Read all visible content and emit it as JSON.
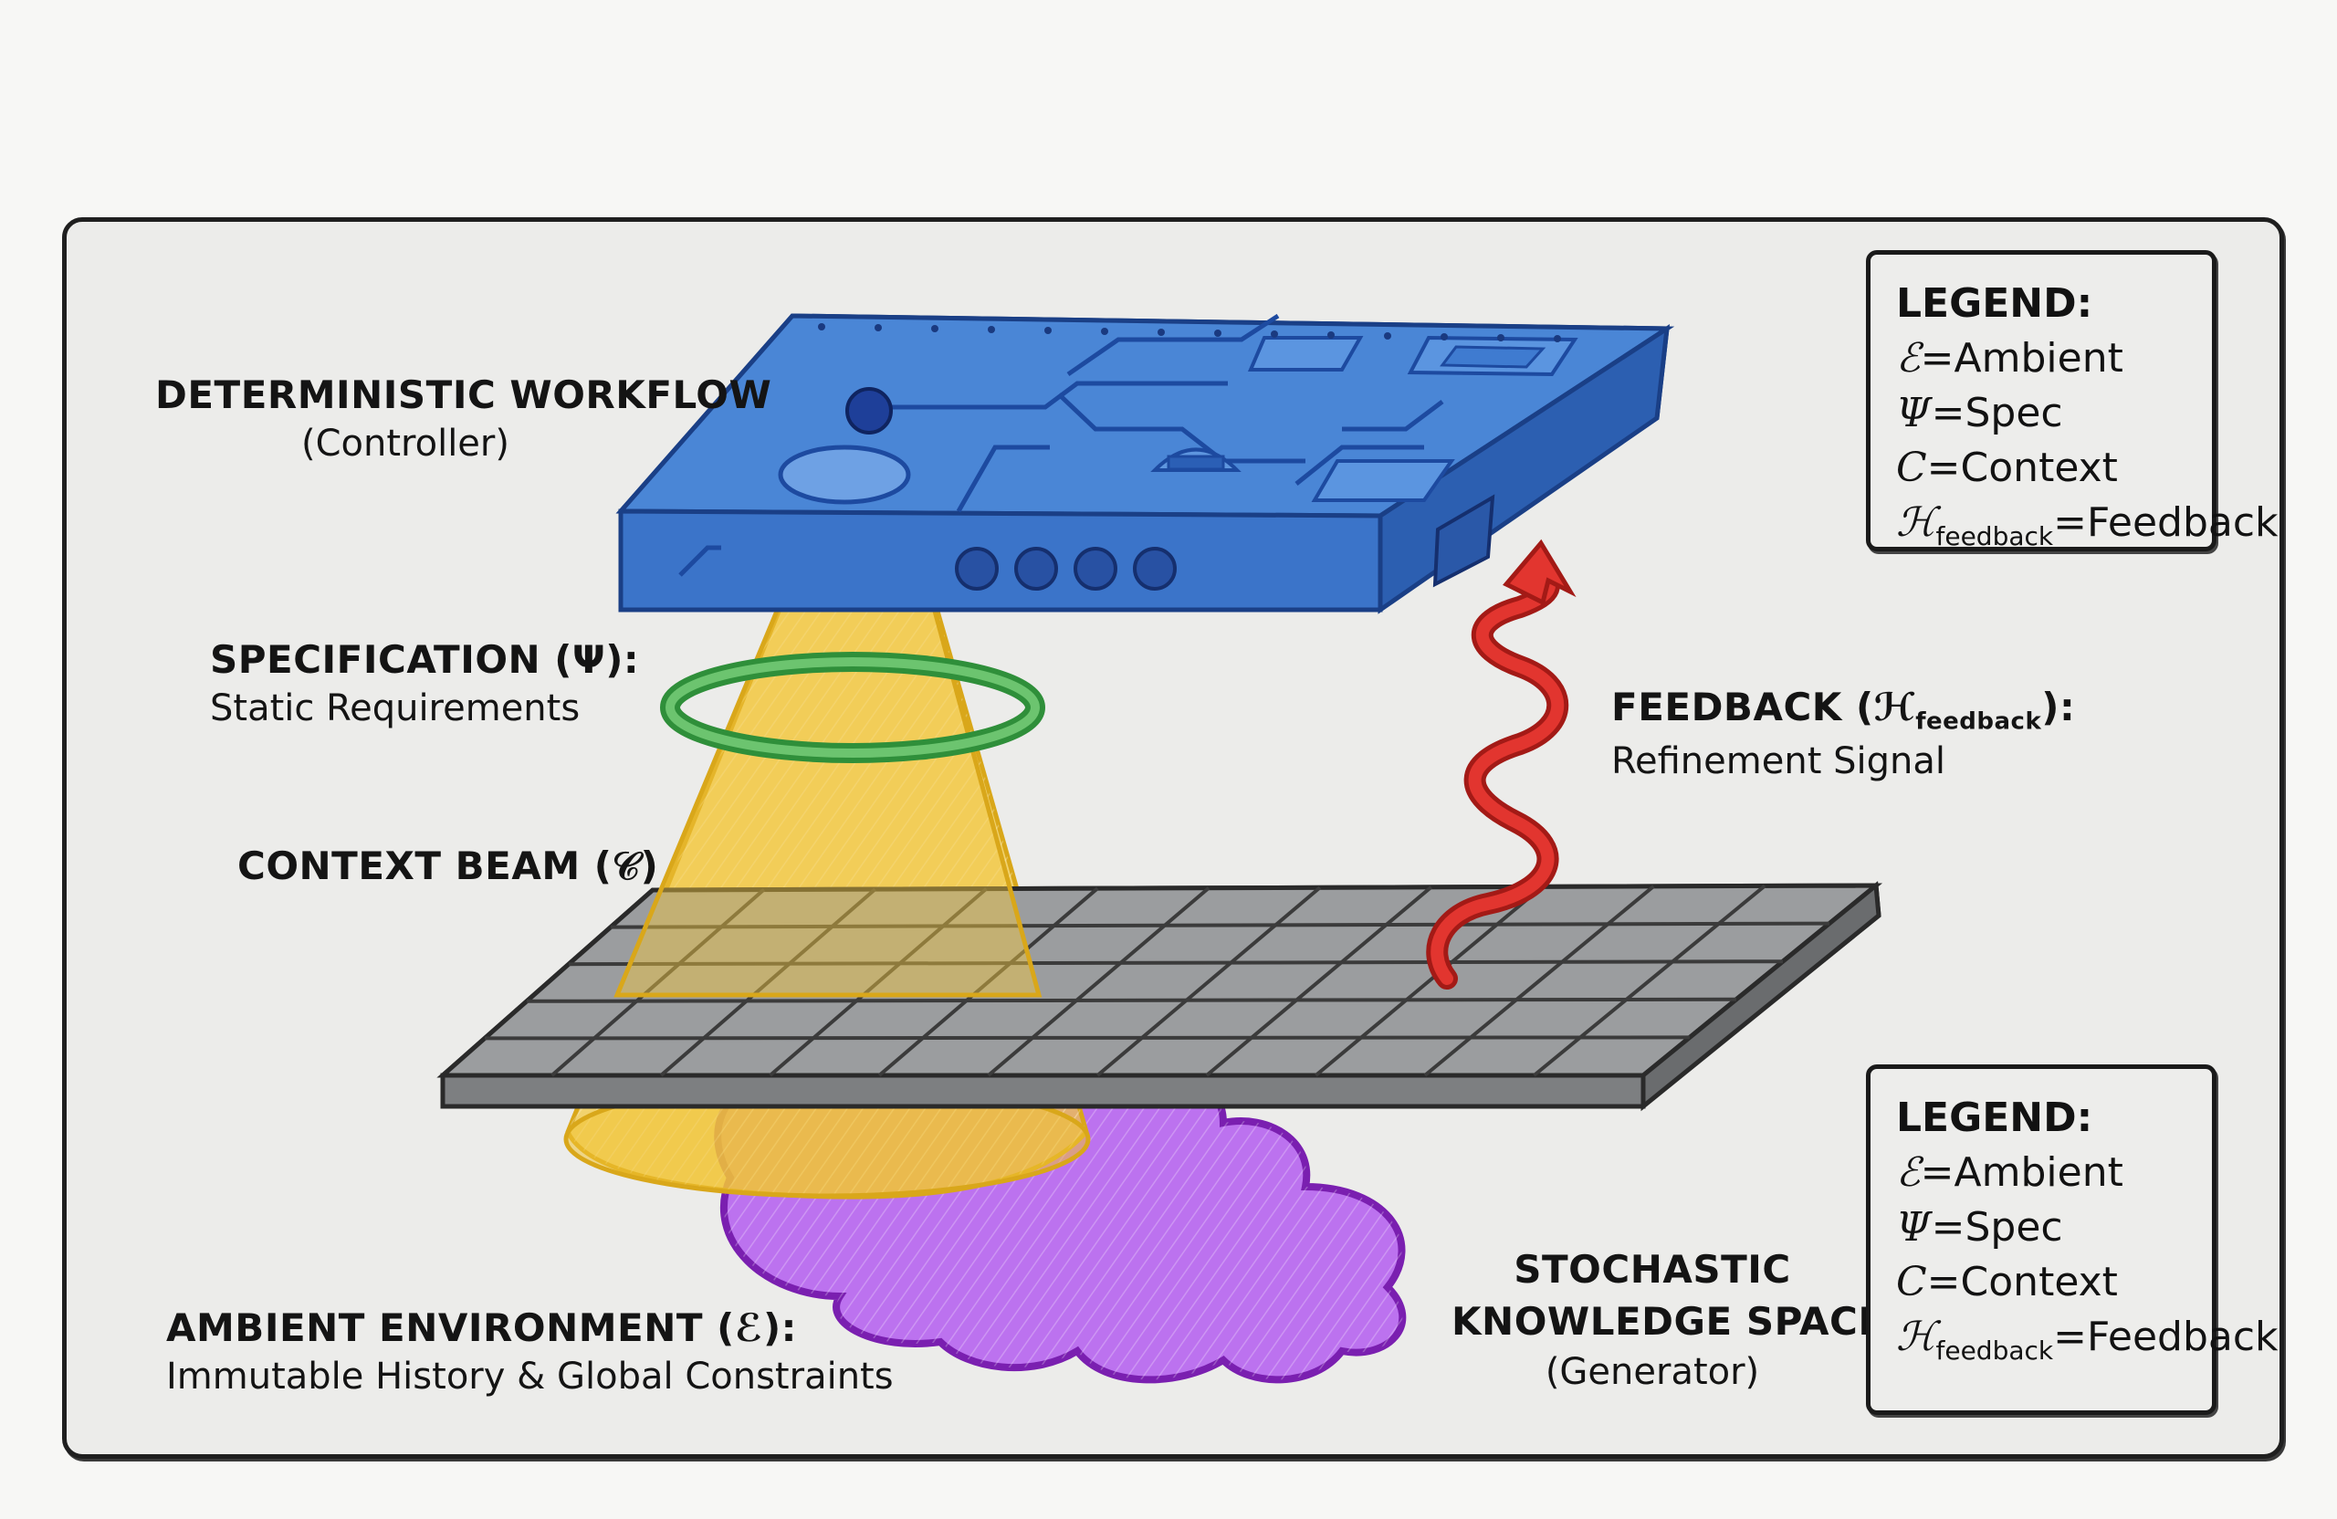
{
  "labels": {
    "workflow_title": "DETERMINISTIC WORKFLOW",
    "workflow_sub": "(Controller)",
    "spec_title": "SPECIFICATION (Ψ):",
    "spec_sub": "Static Requirements",
    "context_title": "CONTEXT BEAM (𝒞)",
    "feedback_title_pre": "FEEDBACK (ℋ",
    "feedback_title_sub": "feedback",
    "feedback_title_post": "):",
    "feedback_sub": "Refinement Signal",
    "ambient_title": "AMBIENT ENVIRONMENT (ℰ):",
    "ambient_sub": "Immutable History & Global Constraints",
    "stochastic_line1": "STOCHASTIC",
    "stochastic_line2": "KNOWLEDGE SPACE",
    "stochastic_line3": "(Generator)"
  },
  "legends": [
    {
      "heading": "LEGEND:",
      "ambient_sym": "ℰ",
      "ambient_text": "=Ambient",
      "spec_sym": "Ψ",
      "spec_text": "=Spec",
      "context_sym": "C",
      "context_text": "=Context",
      "feedback_sym": "ℋ",
      "feedback_subscript": "feedback",
      "feedback_text": "=Feedback"
    },
    {
      "heading": "LEGEND:",
      "ambient_sym": "ℰ",
      "ambient_text": "=Ambient",
      "spec_sym": "Ψ",
      "spec_text": "=Spec",
      "context_sym": "C",
      "context_text": "=Context",
      "feedback_sym": "ℋ",
      "feedback_subscript": "feedback",
      "feedback_text": "=Feedback"
    }
  ],
  "colors": {
    "controller_blue": "#4a86d6",
    "controller_dark": "#1f4fa8",
    "beam_yellow": "#f3c83e",
    "ring_green": "#3fae46",
    "grid_gray": "#8f9192",
    "cloud_purple": "#b45df0",
    "feedback_red": "#e2352f"
  }
}
